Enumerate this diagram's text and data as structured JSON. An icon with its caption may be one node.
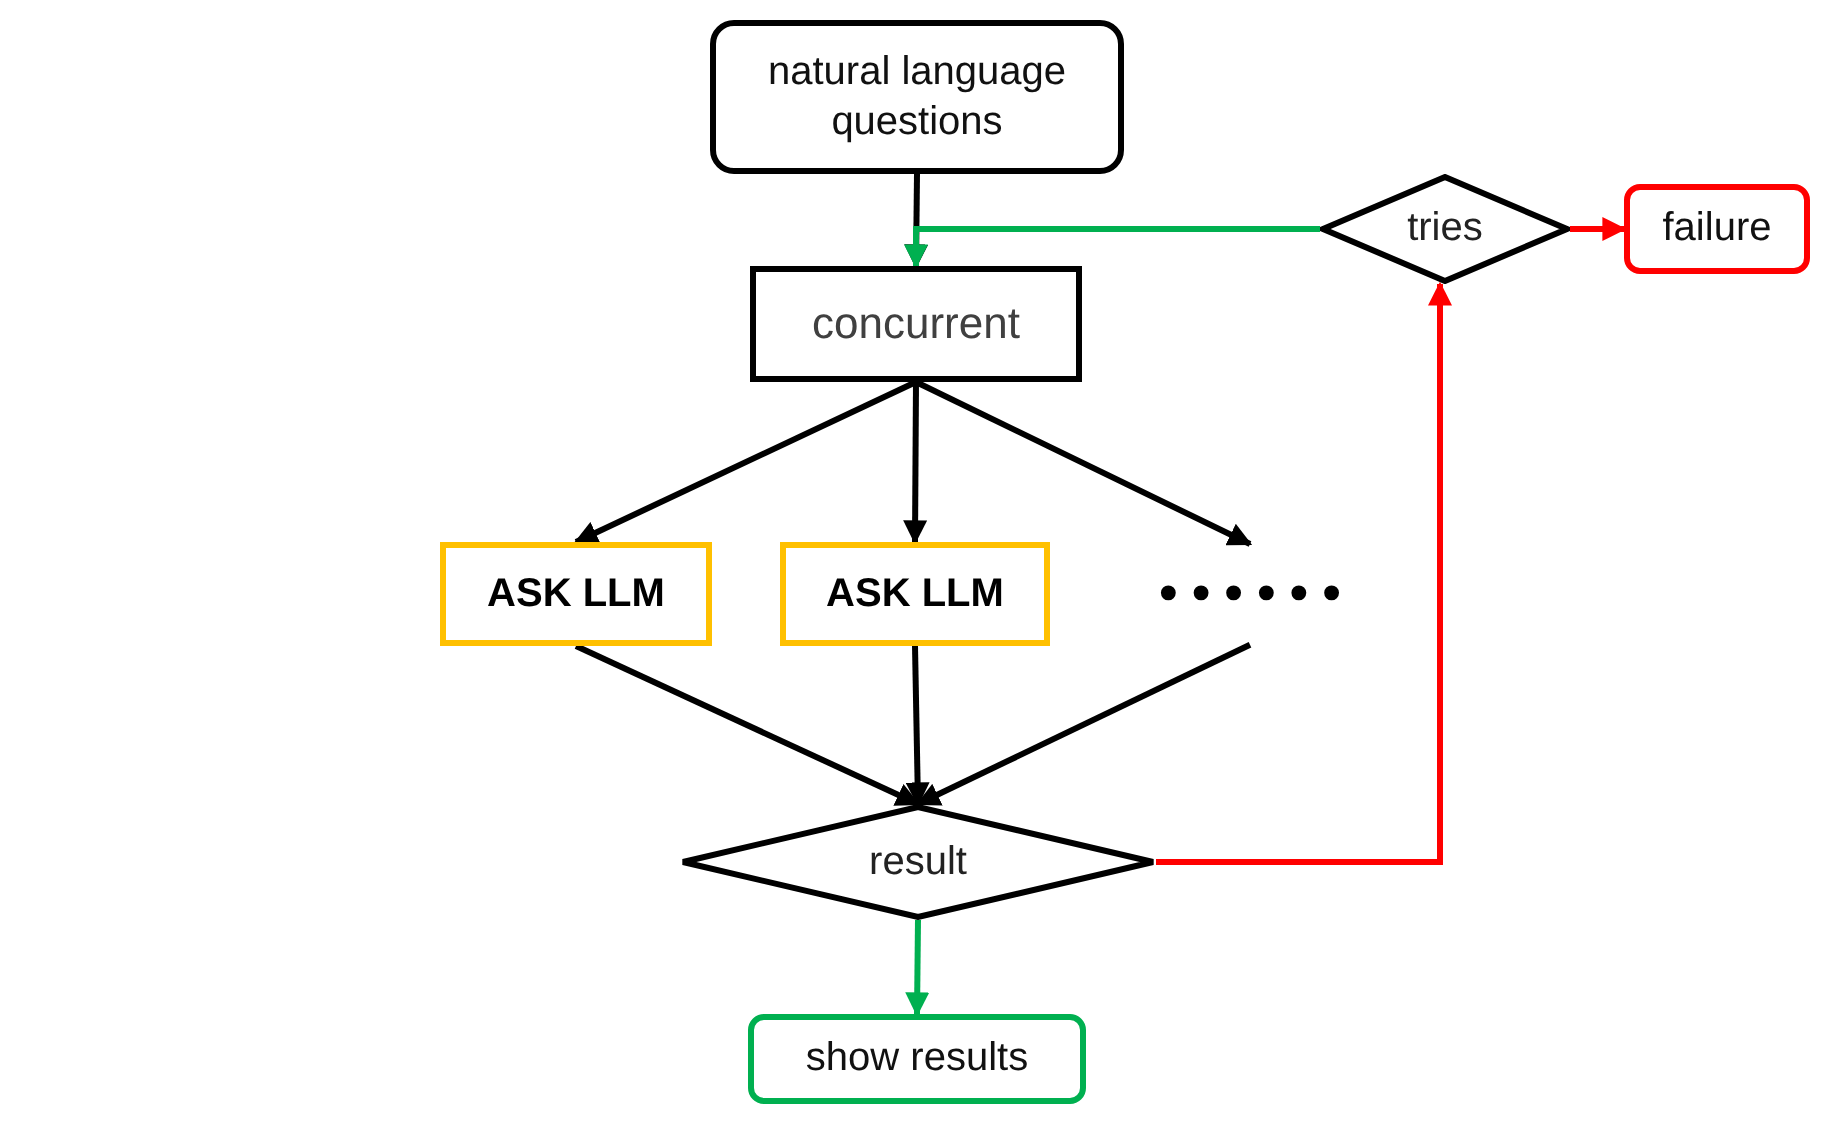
{
  "diagram": {
    "nodes": [
      {
        "text": [
          "natural language questions"
        ]
      },
      {
        "text": [
          "concurrent"
        ]
      },
      {
        "text": [
          "ASK LLM"
        ]
      },
      {
        "text": [
          "ASK LLM"
        ]
      },
      {
        "text": [
          "• • • • • •"
        ]
      },
      {
        "text": [
          "result"
        ]
      },
      {
        "text": [
          "show results"
        ]
      },
      {
        "text": [
          "tries"
        ]
      },
      {
        "text": [
          "failure"
        ]
      }
    ],
    "edges": [
      {
        "from": 0,
        "to": 1,
        "arrow": "to"
      },
      {
        "from": 1,
        "to": 2,
        "arrow": "to"
      },
      {
        "from": 1,
        "to": 3,
        "arrow": "to"
      },
      {
        "from": 1,
        "to": 4,
        "arrow": "to"
      },
      {
        "from": 2,
        "to": 5,
        "arrow": "to"
      },
      {
        "from": 3,
        "to": 5,
        "arrow": "to"
      },
      {
        "from": 4,
        "to": 5,
        "arrow": "to"
      },
      {
        "from": 5,
        "to": 6,
        "arrow": "to",
        "color": "#00b050"
      },
      {
        "from": 5,
        "to": 7,
        "arrow": "to",
        "color": "#ff0000"
      },
      {
        "from": 7,
        "to": 1,
        "arrow": "to",
        "color": "#00b050"
      },
      {
        "from": 7,
        "to": 8,
        "arrow": "to",
        "color": "#ff0000"
      }
    ]
  }
}
